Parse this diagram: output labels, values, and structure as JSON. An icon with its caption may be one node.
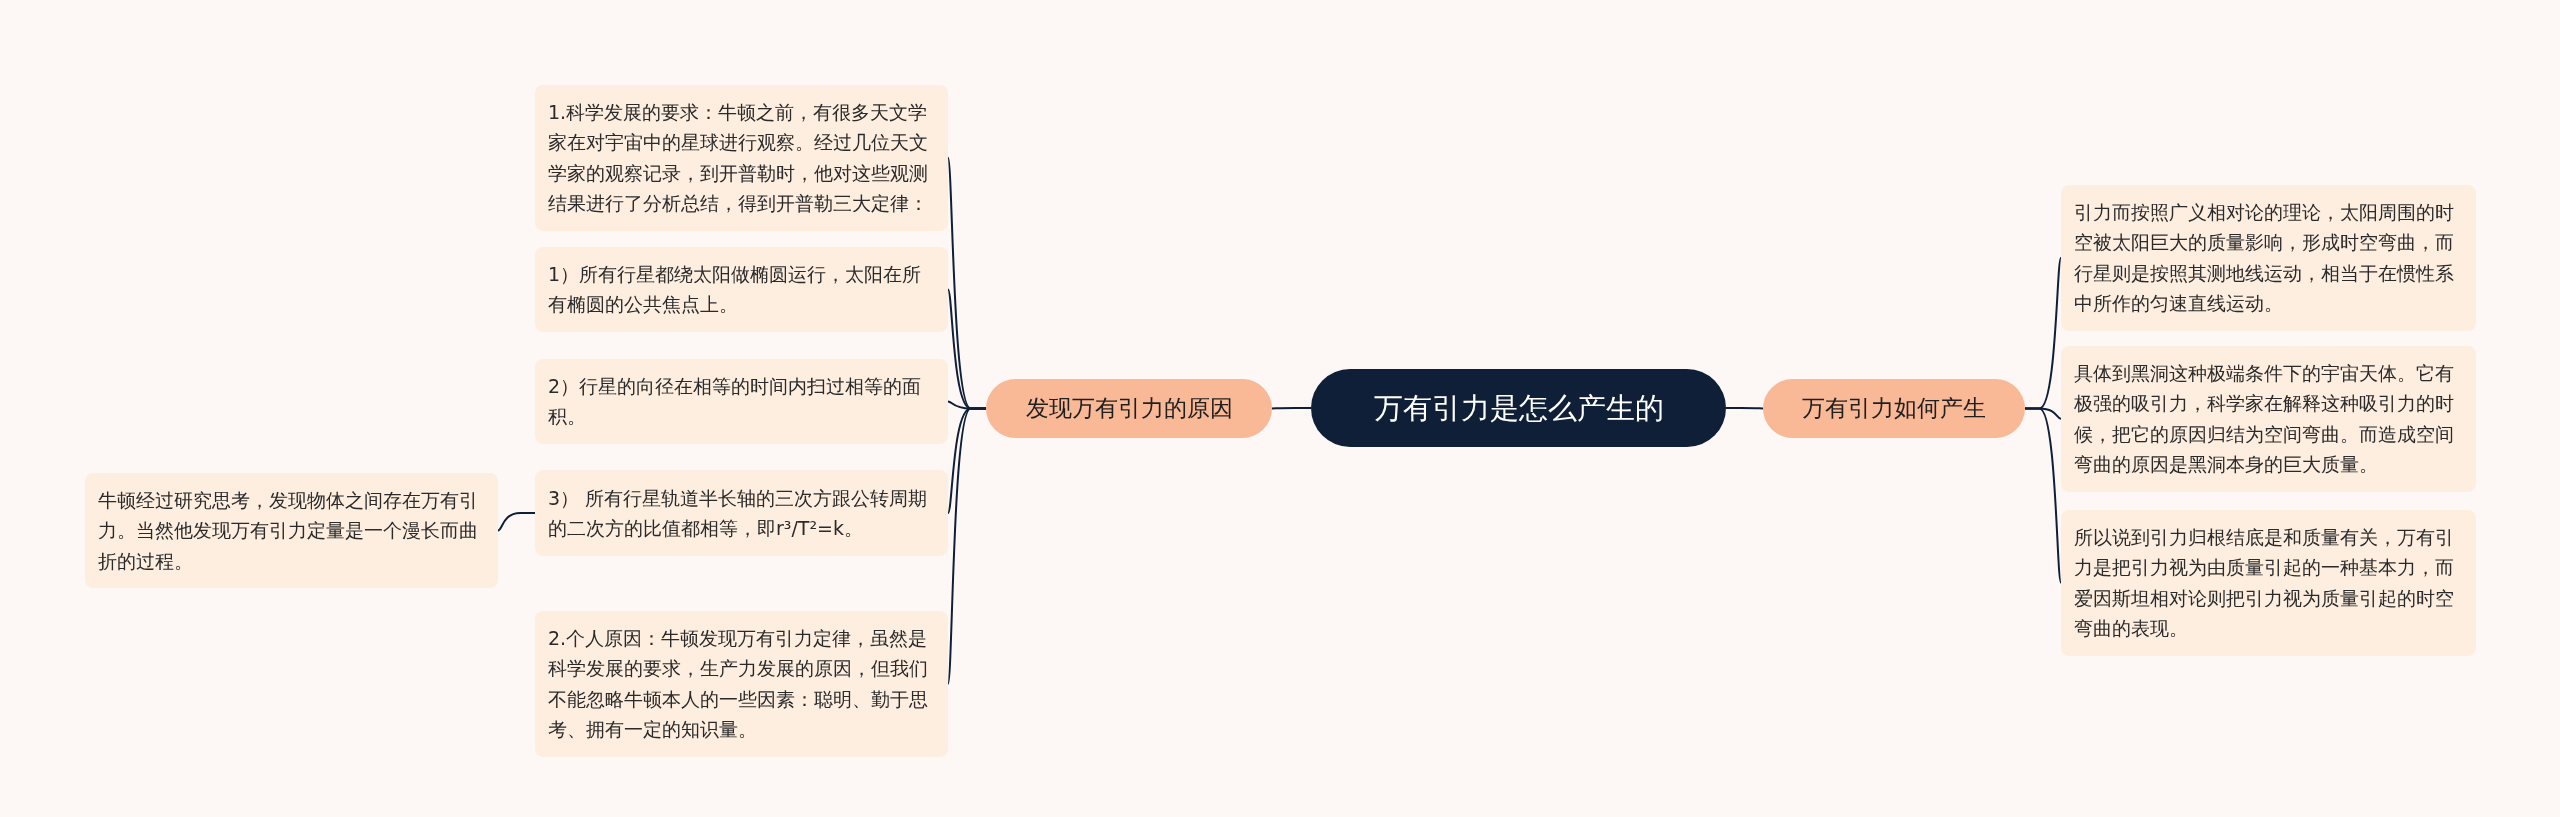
{
  "diagram": {
    "nodes": [
      {
        "text": [
          "万有引力是怎么产生的"
        ]
      },
      {
        "text": [
          "发现万有引力的原因"
        ]
      },
      {
        "text": [
          "1.科学发展的要求：牛顿之前，有很多天文学家在对宇宙中的星球进行观察。经过几位天文学家的观察记录，到开普勒时，他对这些观测结果进行了分析总结，得到开普勒三大定律："
        ]
      },
      {
        "text": [
          "1）所有行星都绕太阳做椭圆运行，太阳在所有椭圆的公共焦点上。"
        ]
      },
      {
        "text": [
          "2）行星的向径在相等的时间内扫过相等的面积。"
        ]
      },
      {
        "text": [
          "3） 所有行星轨道半长轴的三次方跟公转周期的二次方的比值都相等，即r³/T²=k。"
        ]
      },
      {
        "text": [
          "2.个人原因：牛顿发现万有引力定律，虽然是科学发展的要求，生产力发展的原因，但我们不能忽略牛顿本人的一些因素：聪明、勤于思考、拥有一定的知识量。"
        ]
      },
      {
        "text": [
          "牛顿经过研究思考，发现物体之间存在万有引力。当然他发现万有引力定量是一个漫长而曲折的过程。"
        ]
      },
      {
        "text": [
          "万有引力如何产生"
        ]
      },
      {
        "text": [
          "引力而按照广义相对论的理论，太阳周围的时空被太阳巨大的质量影响，形成时空弯曲，而行星则是按照其测地线运动，相当于在惯性系中所作的匀速直线运动。"
        ]
      },
      {
        "text": [
          "具体到黑洞这种极端条件下的宇宙天体。它有极强的吸引力，科学家在解释这种吸引力的时候，把它的原因归结为空间弯曲。而造成空间弯曲的原因是黑洞本身的巨大质量。"
        ]
      },
      {
        "text": [
          "所以说到引力归根结底是和质量有关，万有引力是把引力视为由质量引起的一种基本力，而爱因斯坦相对论则把引力视为质量引起的时空弯曲的表现。"
        ]
      }
    ],
    "edges": [
      {
        "from": 0,
        "to": 1,
        "arrow": "none"
      },
      {
        "from": 1,
        "to": 2,
        "arrow": "none"
      },
      {
        "from": 1,
        "to": 3,
        "arrow": "none"
      },
      {
        "from": 1,
        "to": 4,
        "arrow": "none"
      },
      {
        "from": 1,
        "to": 5,
        "arrow": "none"
      },
      {
        "from": 1,
        "to": 6,
        "arrow": "none"
      },
      {
        "from": 5,
        "to": 7,
        "arrow": "none"
      },
      {
        "from": 0,
        "to": 8,
        "arrow": "none"
      },
      {
        "from": 8,
        "to": 9,
        "arrow": "none"
      },
      {
        "from": 8,
        "to": 10,
        "arrow": "none"
      },
      {
        "from": 8,
        "to": 11,
        "arrow": "none"
      }
    ]
  }
}
